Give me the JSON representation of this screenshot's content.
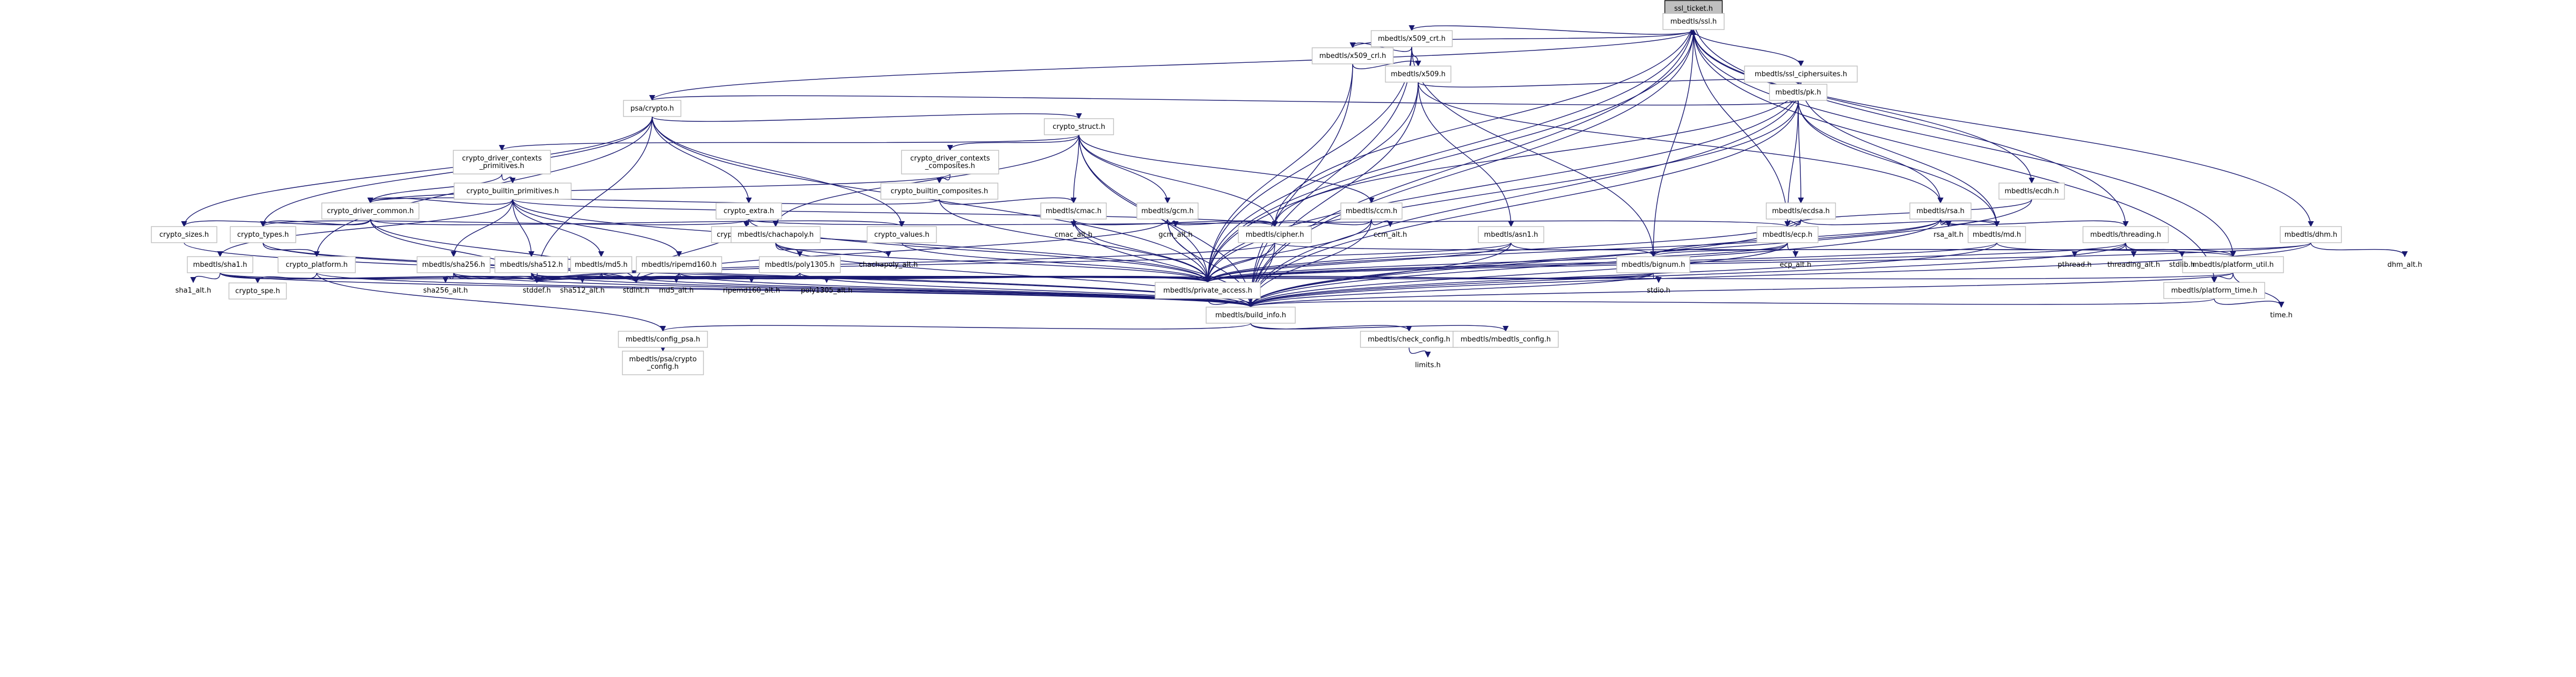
{
  "graph": {
    "root": "ssl_ticket.h",
    "nodes": [
      {
        "id": "root",
        "label": "ssl_ticket.h",
        "root": true
      },
      {
        "id": "ssl",
        "label": "mbedtls/ssl.h"
      },
      {
        "id": "x509crt",
        "label": "mbedtls/x509_crt.h"
      },
      {
        "id": "x509crl",
        "label": "mbedtls/x509_crl.h"
      },
      {
        "id": "x509",
        "label": "mbedtls/x509.h"
      },
      {
        "id": "ciphersuites",
        "label": "mbedtls/ssl_ciphersuites.h"
      },
      {
        "id": "pk",
        "label": "mbedtls/pk.h"
      },
      {
        "id": "psacrypto",
        "label": "psa/crypto.h"
      },
      {
        "id": "cryptostruct",
        "label": "crypto_struct.h"
      },
      {
        "id": "ctxprim",
        "label": [
          "crypto_driver_contexts",
          "_primitives.h"
        ]
      },
      {
        "id": "ctxcomp",
        "label": [
          "crypto_driver_contexts",
          "_composites.h"
        ]
      },
      {
        "id": "builtinprim",
        "label": "crypto_builtin_primitives.h"
      },
      {
        "id": "builtincomp",
        "label": "crypto_builtin_composites.h"
      },
      {
        "id": "drvcommon",
        "label": "crypto_driver_common.h"
      },
      {
        "id": "cryptoextra",
        "label": "crypto_extra.h"
      },
      {
        "id": "cryptocompat",
        "label": "crypto_compat.h"
      },
      {
        "id": "cryptovalues",
        "label": "crypto_values.h"
      },
      {
        "id": "cryptosizes",
        "label": "crypto_sizes.h"
      },
      {
        "id": "cryptotypes",
        "label": "crypto_types.h"
      },
      {
        "id": "cryptoplatform",
        "label": "crypto_platform.h"
      },
      {
        "id": "cryptospe",
        "label": "crypto_spe.h"
      },
      {
        "id": "sha1",
        "label": "mbedtls/sha1.h"
      },
      {
        "id": "sha256",
        "label": "mbedtls/sha256.h"
      },
      {
        "id": "sha512",
        "label": "mbedtls/sha512.h"
      },
      {
        "id": "md5",
        "label": "mbedtls/md5.h"
      },
      {
        "id": "ripemd",
        "label": "mbedtls/ripemd160.h"
      },
      {
        "id": "chachapoly",
        "label": "mbedtls/chachapoly.h"
      },
      {
        "id": "poly1305",
        "label": "mbedtls/poly1305.h"
      },
      {
        "id": "cmac",
        "label": "mbedtls/cmac.h"
      },
      {
        "id": "gcm",
        "label": "mbedtls/gcm.h"
      },
      {
        "id": "ccm",
        "label": "mbedtls/ccm.h"
      },
      {
        "id": "asn1",
        "label": "mbedtls/asn1.h"
      },
      {
        "id": "cipher",
        "label": "mbedtls/cipher.h"
      },
      {
        "id": "ecdsa",
        "label": "mbedtls/ecdsa.h"
      },
      {
        "id": "ecp",
        "label": "mbedtls/ecp.h"
      },
      {
        "id": "bignum",
        "label": "mbedtls/bignum.h"
      },
      {
        "id": "rsa",
        "label": "mbedtls/rsa.h"
      },
      {
        "id": "md",
        "label": "mbedtls/md.h"
      },
      {
        "id": "threading",
        "label": "mbedtls/threading.h"
      },
      {
        "id": "ecdh",
        "label": "mbedtls/ecdh.h"
      },
      {
        "id": "dhm",
        "label": "mbedtls/dhm.h"
      },
      {
        "id": "platformutil",
        "label": "mbedtls/platform_util.h"
      },
      {
        "id": "platformtime",
        "label": "mbedtls/platform_time.h"
      },
      {
        "id": "privateaccess",
        "label": "mbedtls/private_access.h"
      },
      {
        "id": "buildinfo",
        "label": "mbedtls/build_info.h"
      },
      {
        "id": "configpsa",
        "label": "mbedtls/config_psa.h"
      },
      {
        "id": "cryptoconfig",
        "label": [
          "mbedtls/psa/crypto",
          "_config.h"
        ]
      },
      {
        "id": "checkconfig",
        "label": "mbedtls/check_config.h"
      },
      {
        "id": "mbedconfig",
        "label": "mbedtls/mbedtls_config.h"
      },
      {
        "id": "limits",
        "label": "limits.h",
        "plain": true
      },
      {
        "id": "stddef",
        "label": "stddef.h",
        "plain": true
      },
      {
        "id": "stdint",
        "label": "stdint.h",
        "plain": true
      },
      {
        "id": "stdio",
        "label": "stdio.h",
        "plain": true
      },
      {
        "id": "stdlib",
        "label": "stdlib.h",
        "plain": true
      },
      {
        "id": "pthread",
        "label": "pthread.h",
        "plain": true
      },
      {
        "id": "time",
        "label": "time.h",
        "plain": true
      },
      {
        "id": "sha1alt",
        "label": "sha1_alt.h",
        "plain": true
      },
      {
        "id": "sha256alt",
        "label": "sha256_alt.h",
        "plain": true
      },
      {
        "id": "sha512alt",
        "label": "sha512_alt.h",
        "plain": true
      },
      {
        "id": "md5alt",
        "label": "md5_alt.h",
        "plain": true
      },
      {
        "id": "ripemdalt",
        "label": "ripemd160_alt.h",
        "plain": true
      },
      {
        "id": "chachaalt",
        "label": "chachapoly_alt.h",
        "plain": true
      },
      {
        "id": "polyalt",
        "label": "poly1305_alt.h",
        "plain": true
      },
      {
        "id": "cmacalt",
        "label": "cmac_alt.h",
        "plain": true
      },
      {
        "id": "gcmalt",
        "label": "gcm_alt.h",
        "plain": true
      },
      {
        "id": "ccmalt",
        "label": "ccm_alt.h",
        "plain": true
      },
      {
        "id": "ecpalt",
        "label": "ecp_alt.h",
        "plain": true
      },
      {
        "id": "rsaalt",
        "label": "rsa_alt.h",
        "plain": true
      },
      {
        "id": "threadingalt",
        "label": "threading_alt.h",
        "plain": true
      },
      {
        "id": "dhmalt",
        "label": "dhm_alt.h",
        "plain": true
      }
    ],
    "edges": [
      [
        "root",
        "ssl"
      ],
      [
        "root",
        "cipher"
      ],
      [
        "root",
        "privateaccess"
      ],
      [
        "root",
        "threading"
      ],
      [
        "root",
        "buildinfo"
      ],
      [
        "ssl",
        "x509crt"
      ],
      [
        "ssl",
        "x509crl"
      ],
      [
        "ssl",
        "ciphersuites"
      ],
      [
        "ssl",
        "ecp"
      ],
      [
        "ssl",
        "bignum"
      ],
      [
        "ssl",
        "psacrypto"
      ],
      [
        "ssl",
        "ecdh"
      ],
      [
        "ssl",
        "dhm"
      ],
      [
        "ssl",
        "platformutil"
      ],
      [
        "ssl",
        "platformtime"
      ],
      [
        "ssl",
        "privateaccess"
      ],
      [
        "ssl",
        "buildinfo"
      ],
      [
        "x509crt",
        "x509crl"
      ],
      [
        "x509crt",
        "x509"
      ],
      [
        "x509crt",
        "bignum"
      ],
      [
        "x509crt",
        "privateaccess"
      ],
      [
        "x509crt",
        "buildinfo"
      ],
      [
        "x509crl",
        "x509"
      ],
      [
        "x509crl",
        "privateaccess"
      ],
      [
        "x509crl",
        "buildinfo"
      ],
      [
        "x509",
        "pk"
      ],
      [
        "x509",
        "asn1"
      ],
      [
        "x509",
        "rsa"
      ],
      [
        "x509",
        "privateaccess"
      ],
      [
        "x509",
        "buildinfo"
      ],
      [
        "ciphersuites",
        "pk"
      ],
      [
        "ciphersuites",
        "md"
      ],
      [
        "ciphersuites",
        "cipher"
      ],
      [
        "ciphersuites",
        "privateaccess"
      ],
      [
        "ciphersuites",
        "buildinfo"
      ],
      [
        "pk",
        "psacrypto"
      ],
      [
        "pk",
        "md"
      ],
      [
        "pk",
        "rsa"
      ],
      [
        "pk",
        "ecp"
      ],
      [
        "pk",
        "ecdsa"
      ],
      [
        "pk",
        "privateaccess"
      ],
      [
        "pk",
        "buildinfo"
      ],
      [
        "psacrypto",
        "cryptostruct"
      ],
      [
        "psacrypto",
        "cryptoextra"
      ],
      [
        "psacrypto",
        "cryptovalues"
      ],
      [
        "psacrypto",
        "cryptosizes"
      ],
      [
        "psacrypto",
        "cryptotypes"
      ],
      [
        "psacrypto",
        "cryptoplatform"
      ],
      [
        "psacrypto",
        "stddef"
      ],
      [
        "psacrypto",
        "privateaccess"
      ],
      [
        "cryptostruct",
        "ctxprim"
      ],
      [
        "cryptostruct",
        "ctxcomp"
      ],
      [
        "cryptostruct",
        "cmac"
      ],
      [
        "cryptostruct",
        "gcm"
      ],
      [
        "cryptostruct",
        "ccm"
      ],
      [
        "cryptostruct",
        "chachapoly"
      ],
      [
        "cryptostruct",
        "privateaccess"
      ],
      [
        "cryptostruct",
        "buildinfo"
      ],
      [
        "cryptostruct",
        "cipher"
      ],
      [
        "ctxprim",
        "drvcommon"
      ],
      [
        "ctxprim",
        "builtinprim"
      ],
      [
        "ctxcomp",
        "drvcommon"
      ],
      [
        "ctxcomp",
        "builtincomp"
      ],
      [
        "builtinprim",
        "drvcommon"
      ],
      [
        "builtinprim",
        "sha1"
      ],
      [
        "builtinprim",
        "sha256"
      ],
      [
        "builtinprim",
        "sha512"
      ],
      [
        "builtinprim",
        "md5"
      ],
      [
        "builtinprim",
        "ripemd"
      ],
      [
        "builtinprim",
        "cipher"
      ],
      [
        "builtinprim",
        "privateaccess"
      ],
      [
        "builtincomp",
        "drvcommon"
      ],
      [
        "builtincomp",
        "cmac"
      ],
      [
        "builtincomp",
        "privateaccess"
      ],
      [
        "drvcommon",
        "cryptotypes"
      ],
      [
        "drvcommon",
        "cryptovalues"
      ],
      [
        "drvcommon",
        "cryptosizes"
      ],
      [
        "drvcommon",
        "stddef"
      ],
      [
        "drvcommon",
        "stdint"
      ],
      [
        "cryptoextra",
        "cryptocompat"
      ],
      [
        "cryptoextra",
        "cryptotypes"
      ],
      [
        "cryptoextra",
        "ecp"
      ],
      [
        "cryptoextra",
        "privateaccess"
      ],
      [
        "cryptoextra",
        "stdint"
      ],
      [
        "cryptovalues",
        "privateaccess"
      ],
      [
        "cryptosizes",
        "buildinfo"
      ],
      [
        "cryptotypes",
        "cryptoplatform"
      ],
      [
        "cryptotypes",
        "stdint"
      ],
      [
        "cryptotypes",
        "buildinfo"
      ],
      [
        "cryptoplatform",
        "cryptospe"
      ],
      [
        "cryptoplatform",
        "buildinfo"
      ],
      [
        "cryptoplatform",
        "configpsa"
      ],
      [
        "sha1",
        "sha1alt"
      ],
      [
        "sha1",
        "stddef"
      ],
      [
        "sha1",
        "stdint"
      ],
      [
        "sha1",
        "privateaccess"
      ],
      [
        "sha1",
        "buildinfo"
      ],
      [
        "sha256",
        "sha256alt"
      ],
      [
        "sha256",
        "stddef"
      ],
      [
        "sha256",
        "stdint"
      ],
      [
        "sha256",
        "privateaccess"
      ],
      [
        "sha256",
        "buildinfo"
      ],
      [
        "sha512",
        "sha512alt"
      ],
      [
        "sha512",
        "stddef"
      ],
      [
        "sha512",
        "stdint"
      ],
      [
        "sha512",
        "privateaccess"
      ],
      [
        "sha512",
        "buildinfo"
      ],
      [
        "md5",
        "md5alt"
      ],
      [
        "md5",
        "stddef"
      ],
      [
        "md5",
        "stdint"
      ],
      [
        "md5",
        "privateaccess"
      ],
      [
        "md5",
        "buildinfo"
      ],
      [
        "ripemd",
        "ripemdalt"
      ],
      [
        "ripemd",
        "stddef"
      ],
      [
        "ripemd",
        "stdint"
      ],
      [
        "ripemd",
        "privateaccess"
      ],
      [
        "ripemd",
        "buildinfo"
      ],
      [
        "chachapoly",
        "poly1305"
      ],
      [
        "chachapoly",
        "chachaalt"
      ],
      [
        "chachapoly",
        "privateaccess"
      ],
      [
        "chachapoly",
        "buildinfo"
      ],
      [
        "poly1305",
        "polyalt"
      ],
      [
        "poly1305",
        "stddef"
      ],
      [
        "poly1305",
        "stdint"
      ],
      [
        "poly1305",
        "privateaccess"
      ],
      [
        "poly1305",
        "buildinfo"
      ],
      [
        "cmac",
        "cipher"
      ],
      [
        "cmac",
        "cmacalt"
      ],
      [
        "cmac",
        "privateaccess"
      ],
      [
        "cmac",
        "buildinfo"
      ],
      [
        "gcm",
        "cipher"
      ],
      [
        "gcm",
        "gcmalt"
      ],
      [
        "gcm",
        "privateaccess"
      ],
      [
        "gcm",
        "buildinfo"
      ],
      [
        "gcm",
        "stdint"
      ],
      [
        "ccm",
        "cipher"
      ],
      [
        "ccm",
        "ccmalt"
      ],
      [
        "ccm",
        "privateaccess"
      ],
      [
        "ccm",
        "buildinfo"
      ],
      [
        "asn1",
        "bignum"
      ],
      [
        "asn1",
        "stddef"
      ],
      [
        "asn1",
        "privateaccess"
      ],
      [
        "asn1",
        "buildinfo"
      ],
      [
        "cipher",
        "platformutil"
      ],
      [
        "cipher",
        "stddef"
      ],
      [
        "cipher",
        "privateaccess"
      ],
      [
        "cipher",
        "buildinfo"
      ],
      [
        "ecdsa",
        "ecp"
      ],
      [
        "ecdsa",
        "md"
      ],
      [
        "ecdsa",
        "privateaccess"
      ],
      [
        "ecdsa",
        "buildinfo"
      ],
      [
        "ecp",
        "bignum"
      ],
      [
        "ecp",
        "ecpalt"
      ],
      [
        "ecp",
        "privateaccess"
      ],
      [
        "ecp",
        "buildinfo"
      ],
      [
        "bignum",
        "stddef"
      ],
      [
        "bignum",
        "stdint"
      ],
      [
        "bignum",
        "stdio"
      ],
      [
        "bignum",
        "privateaccess"
      ],
      [
        "bignum",
        "buildinfo"
      ],
      [
        "rsa",
        "bignum"
      ],
      [
        "rsa",
        "md"
      ],
      [
        "rsa",
        "threading"
      ],
      [
        "rsa",
        "rsaalt"
      ],
      [
        "rsa",
        "privateaccess"
      ],
      [
        "rsa",
        "buildinfo"
      ],
      [
        "md",
        "platformutil"
      ],
      [
        "md",
        "privateaccess"
      ],
      [
        "md",
        "buildinfo"
      ],
      [
        "threading",
        "stdlib"
      ],
      [
        "threading",
        "pthread"
      ],
      [
        "threading",
        "threadingalt"
      ],
      [
        "threading",
        "privateaccess"
      ],
      [
        "threading",
        "buildinfo"
      ],
      [
        "ecdh",
        "ecp"
      ],
      [
        "ecdh",
        "buildinfo"
      ],
      [
        "dhm",
        "bignum"
      ],
      [
        "dhm",
        "dhmalt"
      ],
      [
        "dhm",
        "privateaccess"
      ],
      [
        "dhm",
        "buildinfo"
      ],
      [
        "platformutil",
        "platformtime"
      ],
      [
        "platformutil",
        "stddef"
      ],
      [
        "platformutil",
        "time"
      ],
      [
        "platformutil",
        "buildinfo"
      ],
      [
        "platformtime",
        "time"
      ],
      [
        "platformtime",
        "buildinfo"
      ],
      [
        "privateaccess",
        "buildinfo"
      ],
      [
        "buildinfo",
        "configpsa"
      ],
      [
        "buildinfo",
        "checkconfig"
      ],
      [
        "buildinfo",
        "mbedconfig"
      ],
      [
        "configpsa",
        "cryptoconfig"
      ],
      [
        "checkconfig",
        "limits"
      ]
    ]
  }
}
